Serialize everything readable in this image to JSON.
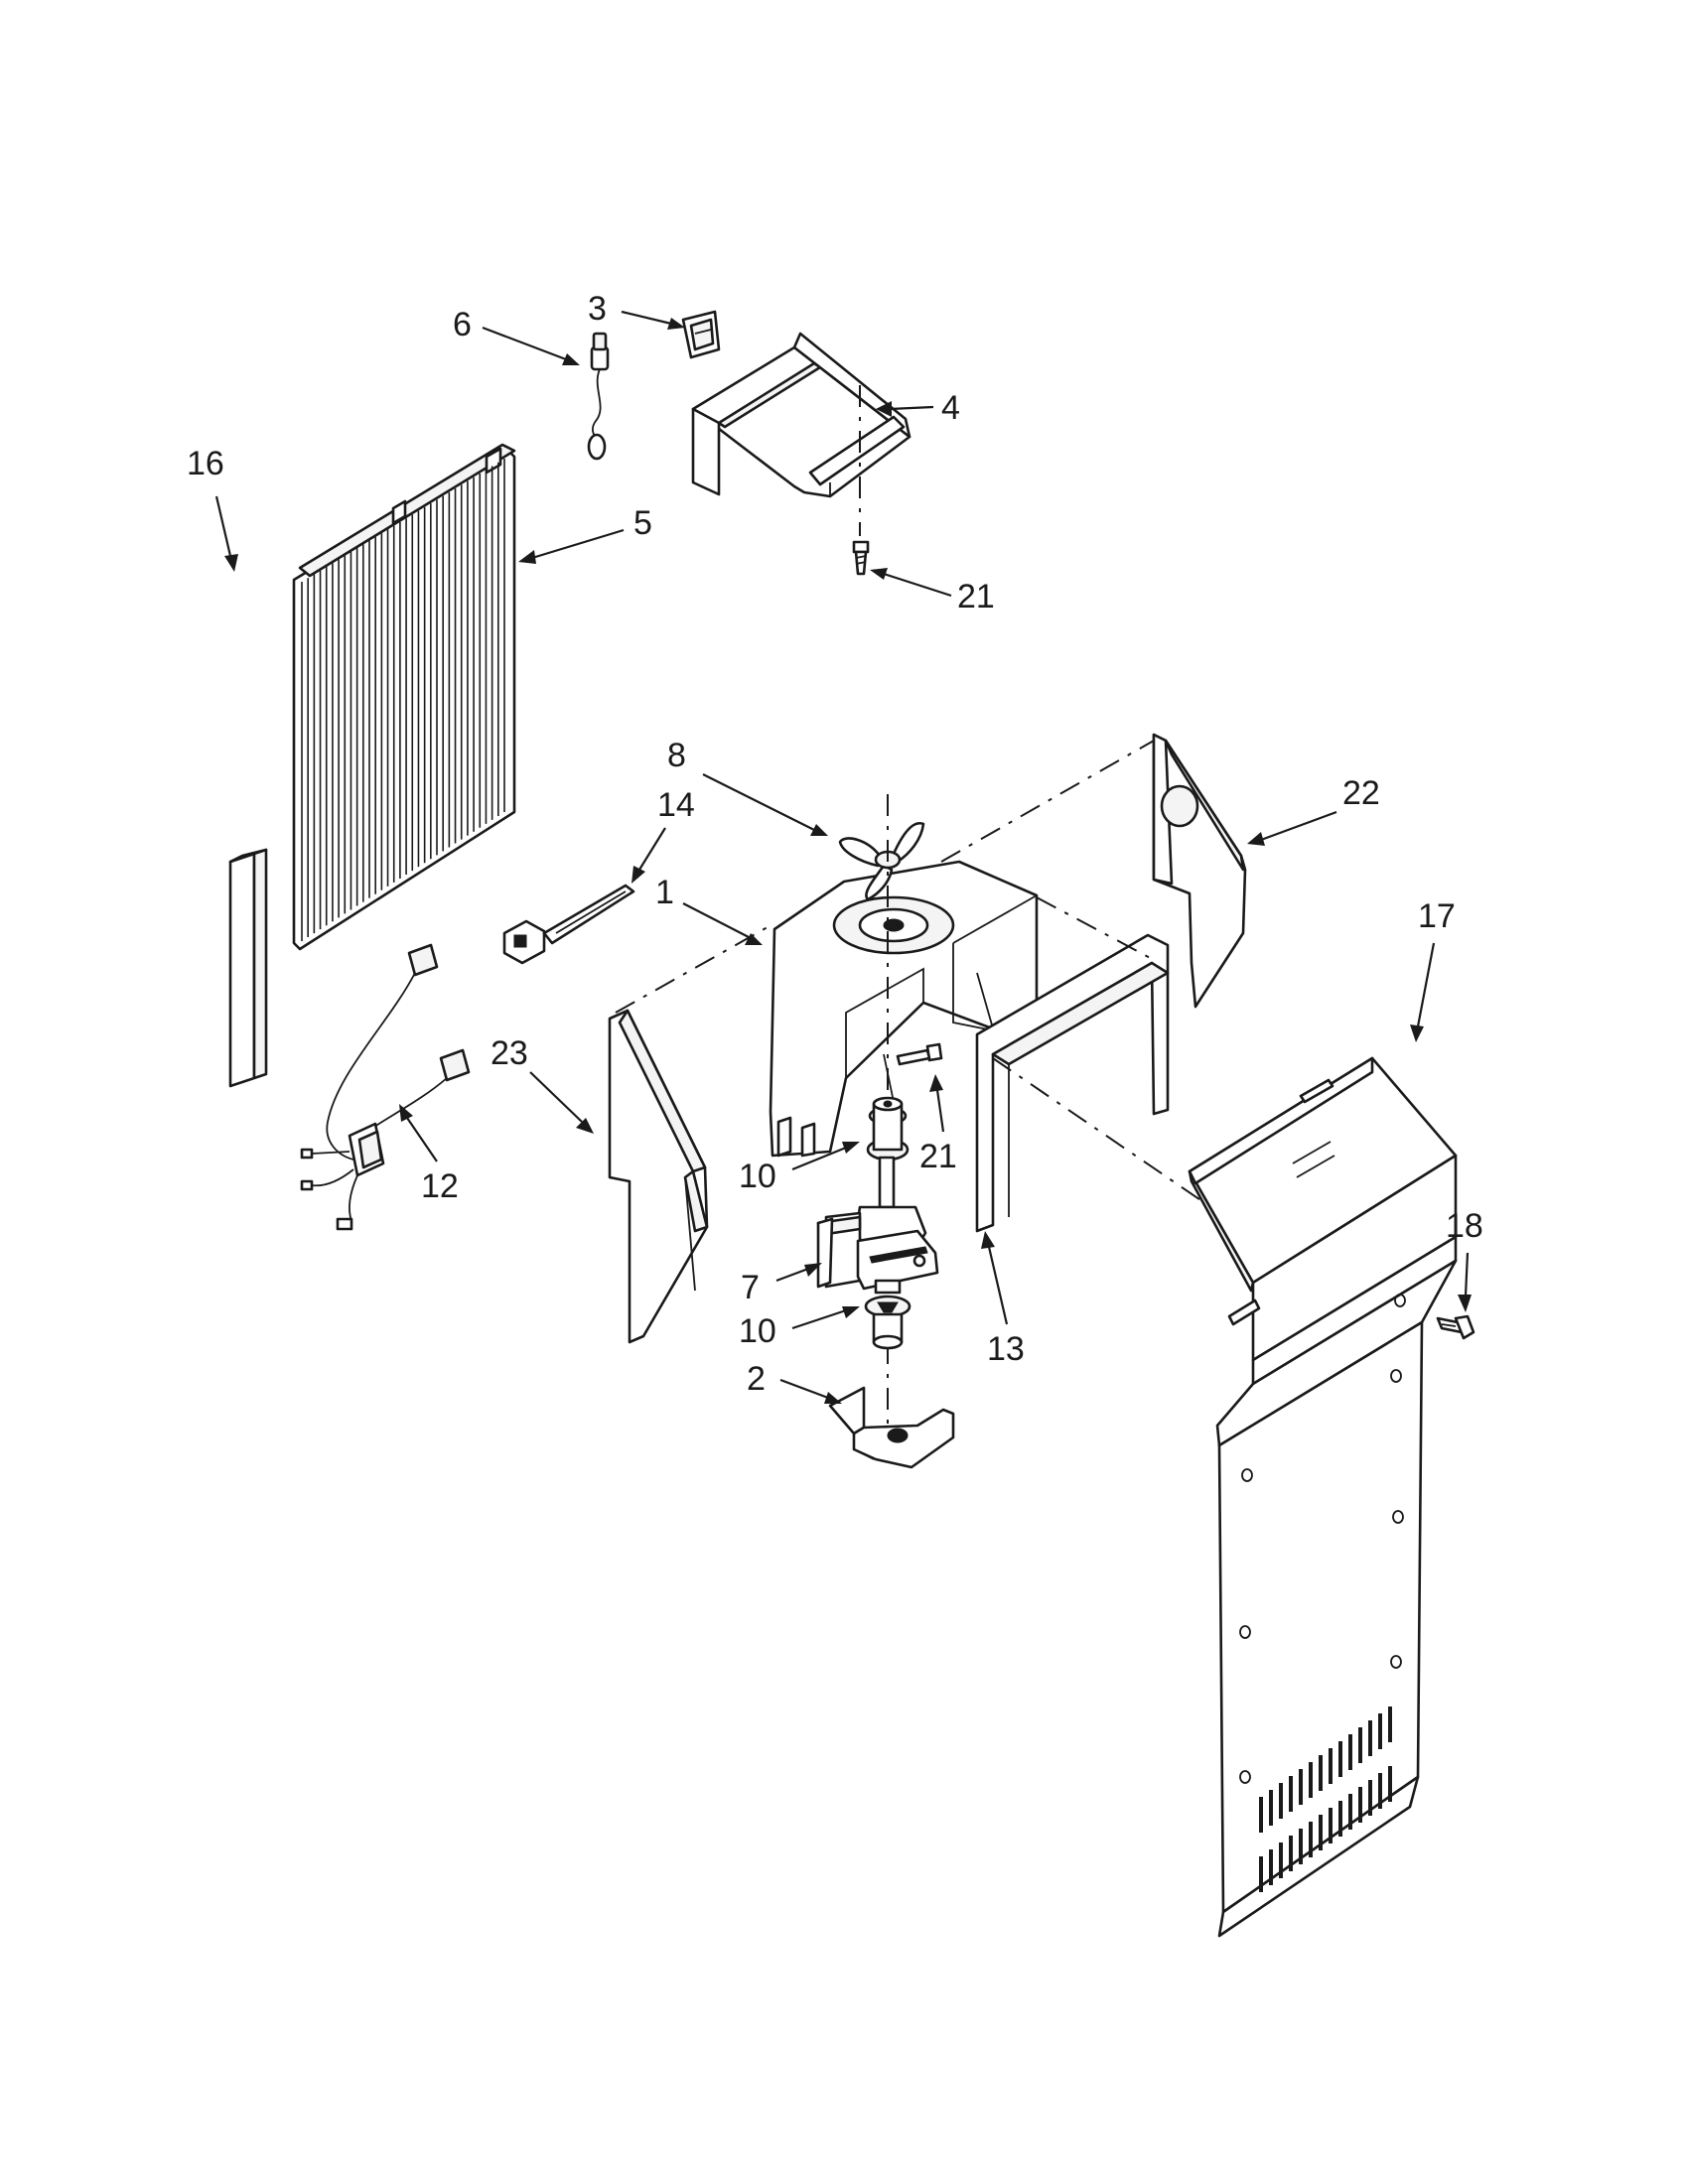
{
  "callouts": [
    {
      "id": "c3",
      "label": "3"
    },
    {
      "id": "c6",
      "label": "6"
    },
    {
      "id": "c4",
      "label": "4"
    },
    {
      "id": "c16",
      "label": "16"
    },
    {
      "id": "c5",
      "label": "5"
    },
    {
      "id": "c21a",
      "label": "21"
    },
    {
      "id": "c8",
      "label": "8"
    },
    {
      "id": "c22",
      "label": "22"
    },
    {
      "id": "c14",
      "label": "14"
    },
    {
      "id": "c1",
      "label": "1"
    },
    {
      "id": "c17",
      "label": "17"
    },
    {
      "id": "c23",
      "label": "23"
    },
    {
      "id": "c21b",
      "label": "21"
    },
    {
      "id": "c12",
      "label": "12"
    },
    {
      "id": "c10a",
      "label": "10"
    },
    {
      "id": "c18",
      "label": "18"
    },
    {
      "id": "c7",
      "label": "7"
    },
    {
      "id": "c10b",
      "label": "10"
    },
    {
      "id": "c13",
      "label": "13"
    },
    {
      "id": "c2",
      "label": "2"
    }
  ]
}
